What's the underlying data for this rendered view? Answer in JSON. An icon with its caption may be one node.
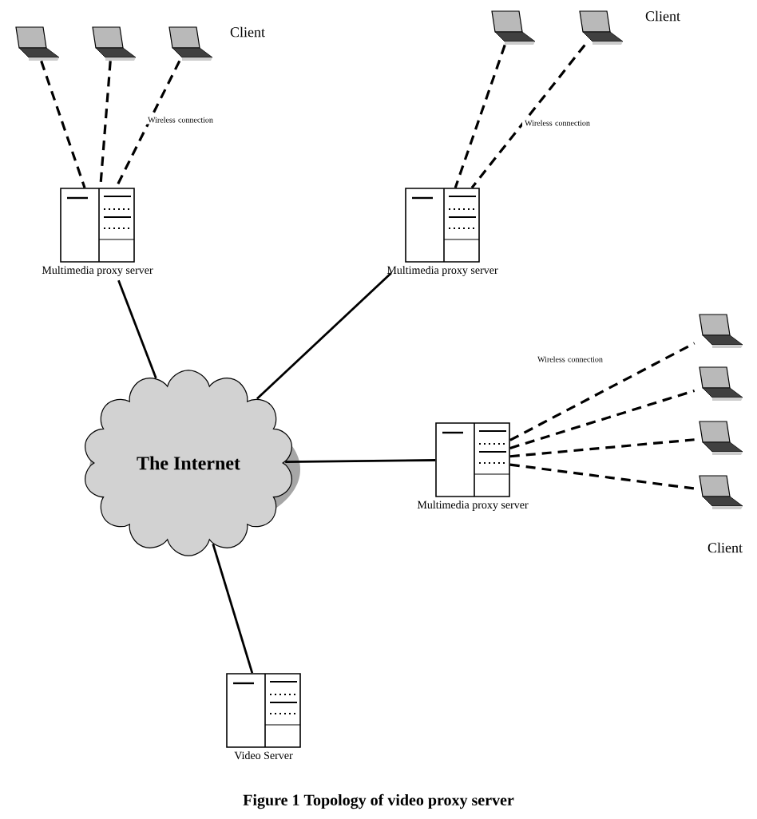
{
  "diagram": {
    "caption": "Figure 1 Topology of video proxy server",
    "nodes": [
      {
        "text": [],
        "shape": "laptop"
      },
      {
        "text": [],
        "shape": "laptop"
      },
      {
        "text": [],
        "shape": "laptop"
      },
      {
        "text": [],
        "shape": "laptop"
      },
      {
        "text": [],
        "shape": "laptop"
      },
      {
        "text": [
          "Multimedia proxy server"
        ]
      },
      {
        "text": [
          "Multimedia proxy server"
        ]
      },
      {
        "text": [],
        "shape": "laptop"
      },
      {
        "text": [],
        "shape": "laptop"
      },
      {
        "text": [],
        "shape": "laptop"
      },
      {
        "text": [],
        "shape": "laptop"
      },
      {
        "text": [
          "The Internet"
        ]
      },
      {
        "text": [
          "Multimedia proxy server"
        ]
      },
      {
        "text": [
          "Video Server"
        ]
      }
    ],
    "edges": [
      {
        "from": 0,
        "to": 5,
        "arrow": "none",
        "style": "dashed"
      },
      {
        "from": 1,
        "to": 5,
        "arrow": "none",
        "style": "dashed"
      },
      {
        "from": 2,
        "to": 5,
        "arrow": "none",
        "style": "dashed"
      },
      {
        "from": 3,
        "to": 6,
        "arrow": "none",
        "style": "dashed"
      },
      {
        "from": 4,
        "to": 6,
        "arrow": "none",
        "style": "dashed"
      },
      {
        "from": 12,
        "to": 7,
        "arrow": "none",
        "style": "dashed"
      },
      {
        "from": 12,
        "to": 8,
        "arrow": "none",
        "style": "dashed"
      },
      {
        "from": 12,
        "to": 9,
        "arrow": "none",
        "style": "dashed"
      },
      {
        "from": 12,
        "to": 10,
        "arrow": "none",
        "style": "dashed"
      },
      {
        "from": 11,
        "to": 5,
        "arrow": "none"
      },
      {
        "from": 11,
        "to": 6,
        "arrow": "none"
      },
      {
        "from": 11,
        "to": 12,
        "arrow": "none"
      },
      {
        "from": 11,
        "to": 13,
        "arrow": "none"
      }
    ],
    "labels": [
      "Client",
      "Wireless connection",
      "Client",
      "Wireless connection",
      "Wireless connection",
      "Client"
    ]
  }
}
